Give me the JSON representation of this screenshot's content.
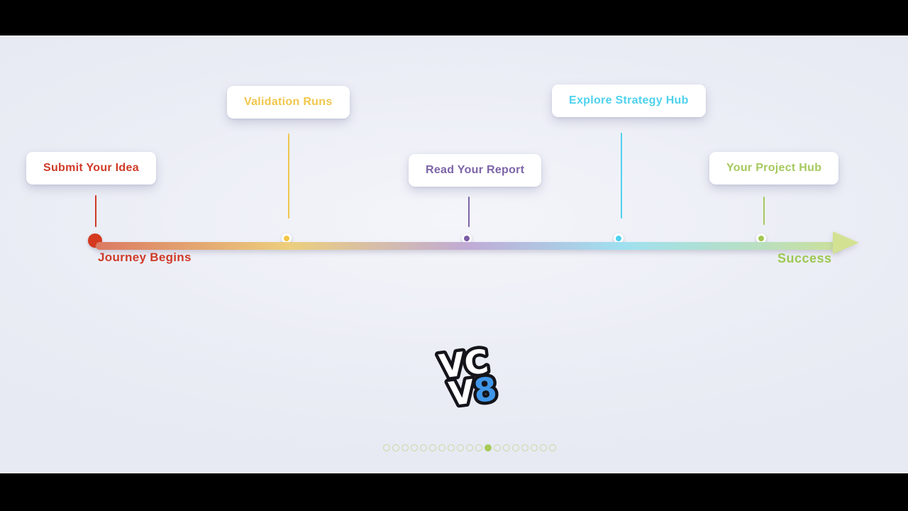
{
  "frame": {
    "letterbox_color": "#000000"
  },
  "slide": {
    "background_color": "#eceef6"
  },
  "timeline": {
    "milestones": [
      {
        "label": "Submit Your Idea",
        "color": "#cf3a28",
        "dot_color": "#d5391f"
      },
      {
        "label": "Validation Runs",
        "color": "#f0c64c",
        "dot_color": "#f3c644"
      },
      {
        "label": "Read Your Report",
        "color": "#7c64a8",
        "dot_color": "#7b5ca5"
      },
      {
        "label": "Explore Strategy Hub",
        "color": "#4ed2ee",
        "dot_color": "#4cd2ef"
      },
      {
        "label": "Your Project Hub",
        "color": "#a5c95e",
        "dot_color": "#a2c64f"
      }
    ],
    "start_label": "Journey Begins",
    "start_label_color": "#cf3a28",
    "end_label": "Success",
    "end_label_color": "#9cc852",
    "bar_gradient_stops": [
      "#db7a63 0%",
      "#eccf7d 26%",
      "#c0abd5 50%",
      "#9fe0ef 71%",
      "#b7dfc4 88%",
      "#cbe09a 100%"
    ],
    "arrow_color": "#d2e292"
  },
  "logo": {
    "top_text": "VC",
    "bottom_text_white": "V",
    "bottom_text_accent": "8",
    "accent_color": "#3f96e8",
    "letter_fill": "#ffffff",
    "outline_color": "#14141a"
  },
  "pagination": {
    "count": 19,
    "active_index": 12,
    "active_color": "#a6cb57",
    "inactive_border_color": "#c9d6a2"
  }
}
